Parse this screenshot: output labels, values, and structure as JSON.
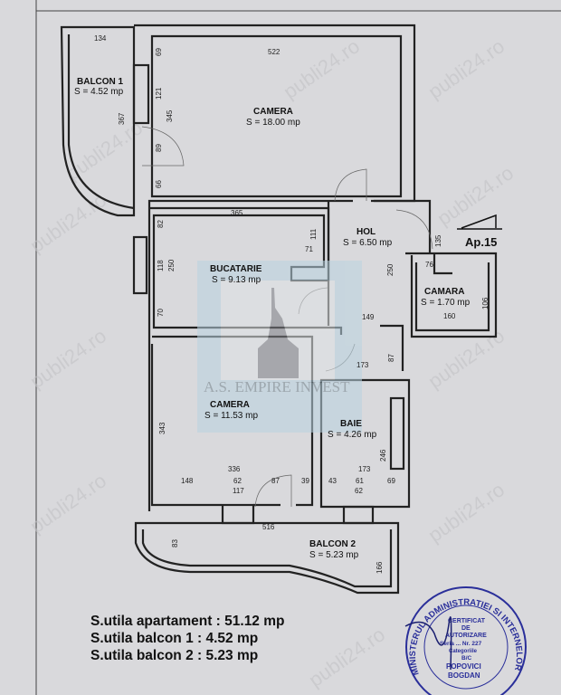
{
  "watermark": "publi24.ro",
  "logo_text": "A.S. EMPIRE INVEST",
  "apartment_label": "Ap.15",
  "rooms": [
    {
      "name": "BALCON 1",
      "area": "S = 4.52 mp"
    },
    {
      "name": "CAMERA",
      "area": "S = 18.00 mp"
    },
    {
      "name": "BUCATARIE",
      "area": "S = 9.13 mp"
    },
    {
      "name": "HOL",
      "area": "S = 6.50 mp"
    },
    {
      "name": "CAMARA",
      "area": "S = 1.70 mp"
    },
    {
      "name": "CAMERA",
      "area": "S = 11.53 mp"
    },
    {
      "name": "BAIE",
      "area": "S = 4.26 mp"
    },
    {
      "name": "BALCON 2",
      "area": "S = 5.23 mp"
    }
  ],
  "dimensions": [
    "134",
    "522",
    "69",
    "121",
    "345",
    "367",
    "89",
    "66",
    "365",
    "82",
    "118",
    "250",
    "70",
    "111",
    "71",
    "250",
    "135",
    "76",
    "106",
    "160",
    "149",
    "87",
    "173",
    "343",
    "336",
    "148",
    "62",
    "117",
    "87",
    "39",
    "173",
    "43",
    "61",
    "69",
    "62",
    "246",
    "516",
    "83",
    "166"
  ],
  "summary": [
    "S.utila apartament : 51.12 mp",
    "S.utila balcon 1 : 4.52 mp",
    "S.utila balcon 2 : 5.23 mp"
  ],
  "stamp": {
    "ring": "MINISTERUL ADMINISTRATIEI SI INTERNELOR",
    "lines": [
      "CERTIFICAT",
      "DE",
      "AUTORIZARE",
      "Seria ... Nr. 227",
      "Categoriile",
      "B/C",
      "POPOVICI",
      "BOGDAN"
    ]
  }
}
